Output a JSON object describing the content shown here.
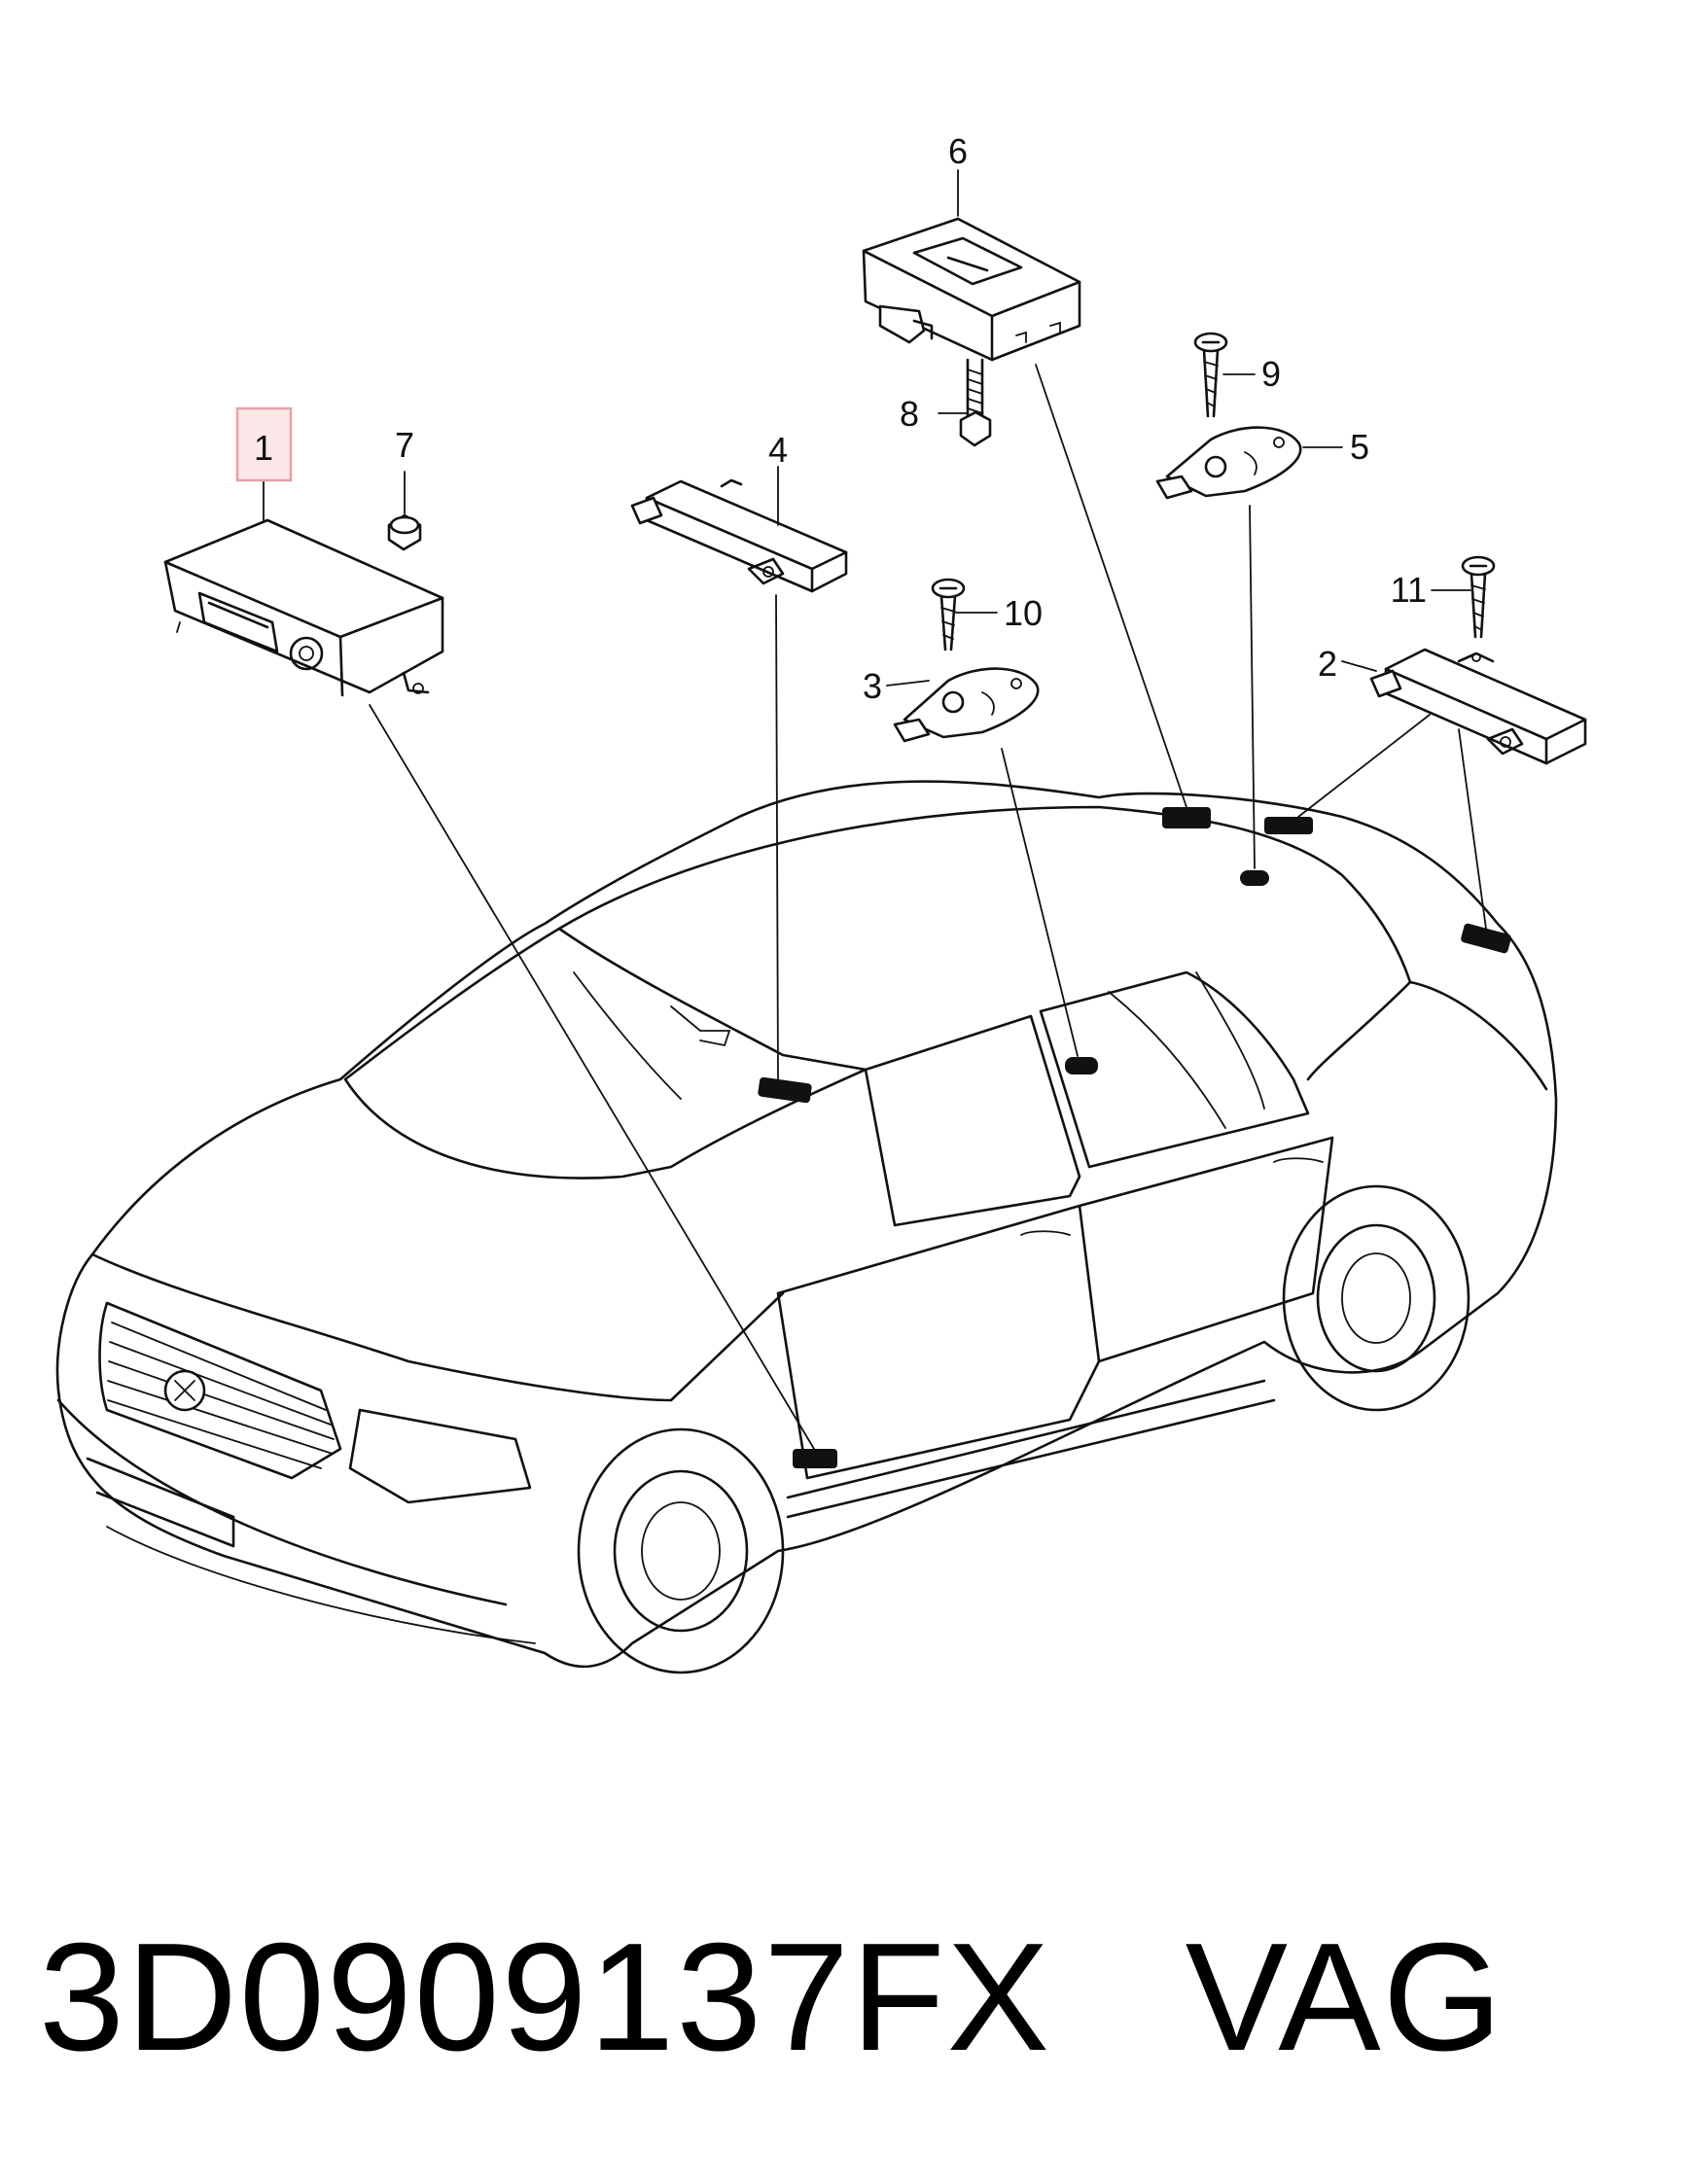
{
  "diagram": {
    "callouts": [
      {
        "id": "1",
        "label": "1",
        "highlight_color": "#e8a0a8",
        "highlight_fill": "#fbe6e8"
      },
      {
        "id": "2",
        "label": "2"
      },
      {
        "id": "3",
        "label": "3"
      },
      {
        "id": "4",
        "label": "4"
      },
      {
        "id": "5",
        "label": "5"
      },
      {
        "id": "6",
        "label": "6"
      },
      {
        "id": "7",
        "label": "7"
      },
      {
        "id": "8",
        "label": "8"
      },
      {
        "id": "9",
        "label": "9"
      },
      {
        "id": "10",
        "label": "10"
      },
      {
        "id": "11",
        "label": "11"
      }
    ]
  },
  "caption": {
    "part_number": "3D0909137FX",
    "brand": "VAG"
  },
  "colors": {
    "line": "#111111",
    "background": "#ffffff"
  }
}
